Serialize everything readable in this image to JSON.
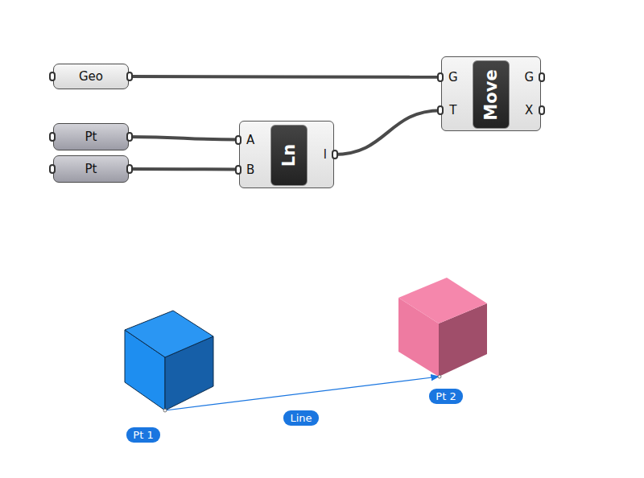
{
  "diagram": {
    "nodes": [
      {
        "text": [
          "Geo"
        ]
      },
      {
        "text": [
          "Pt"
        ]
      },
      {
        "text": [
          "Pt"
        ]
      },
      {
        "text": [
          "A",
          "B",
          "Ln",
          "l"
        ]
      },
      {
        "text": [
          "G",
          "T",
          "Move",
          "G",
          "X"
        ]
      },
      {
        "text": [
          "Pt 1"
        ]
      },
      {
        "text": [
          "Line"
        ]
      },
      {
        "text": [
          "Pt 2"
        ]
      }
    ],
    "edges": [
      {
        "from": 0,
        "to": 4,
        "arrow": "none"
      },
      {
        "from": 1,
        "to": 3,
        "arrow": "none"
      },
      {
        "from": 2,
        "to": 3,
        "arrow": "none"
      },
      {
        "from": 3,
        "to": 4,
        "arrow": "none"
      }
    ]
  }
}
